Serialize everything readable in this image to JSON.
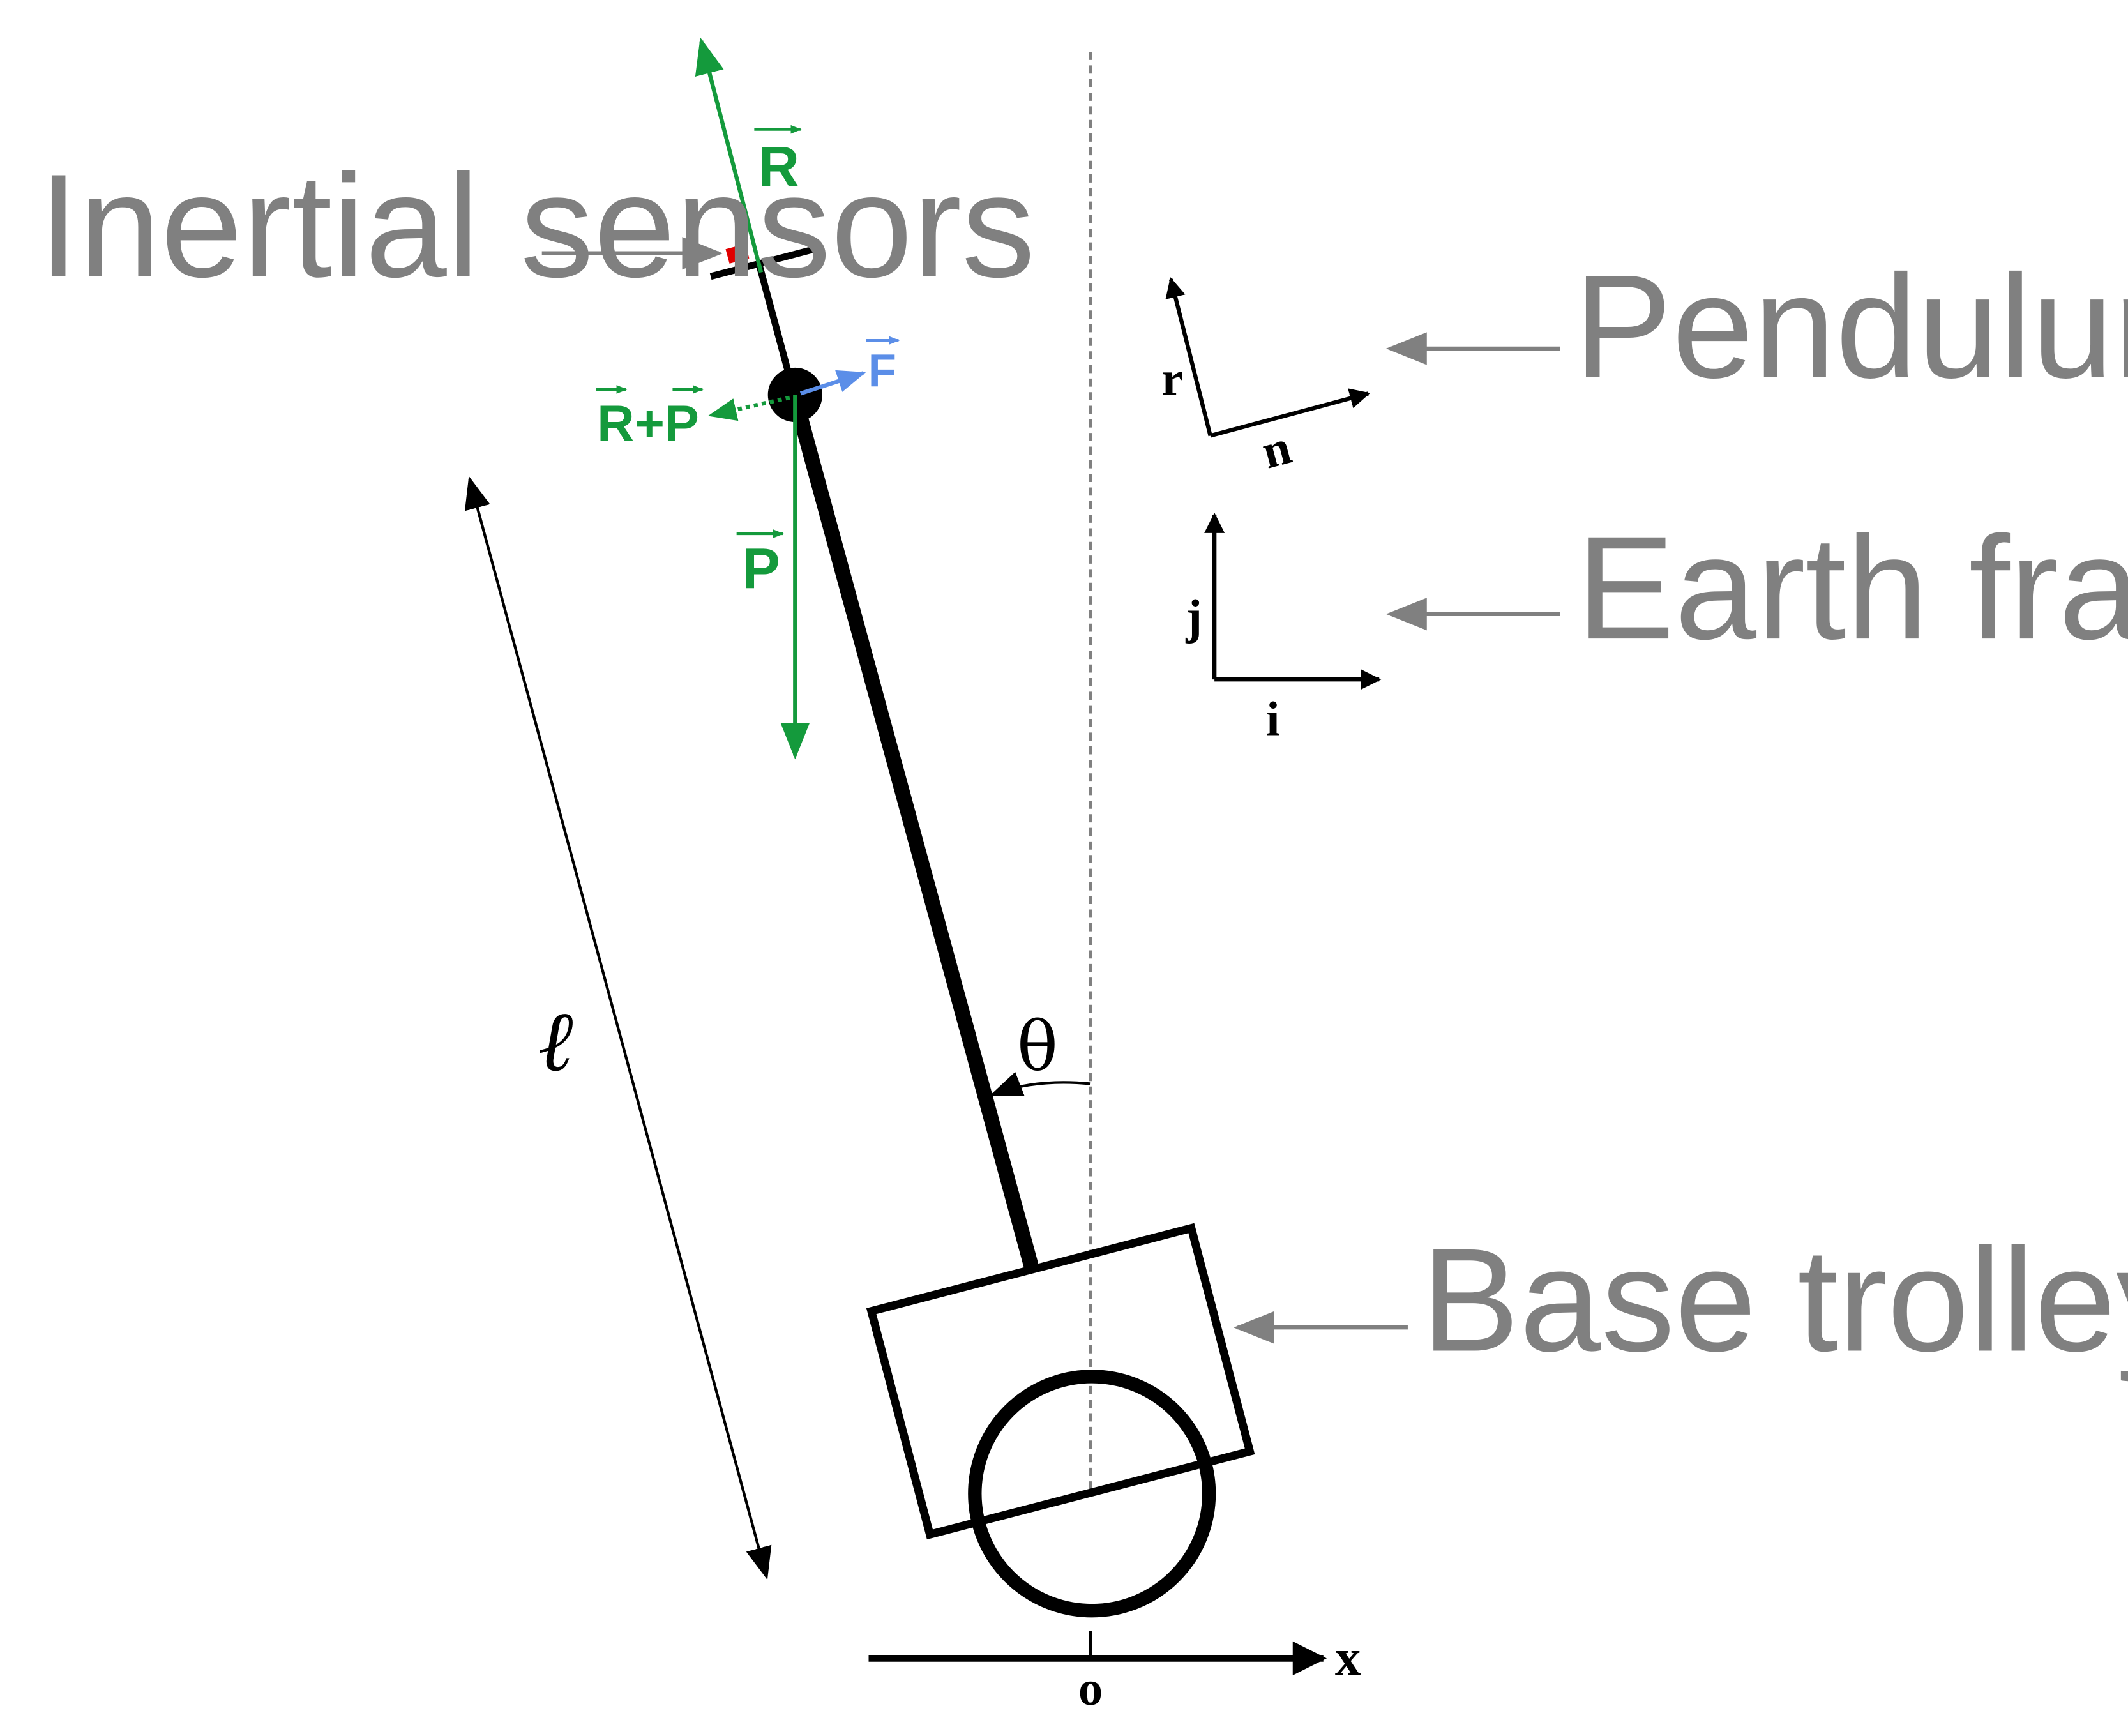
{
  "labels": {
    "inertial_sensors": "Inertial sensors",
    "pendulum_frame": "Pendulum frame",
    "earth_frame": "Earth frame",
    "base_trolley": "Base trolley",
    "theta": "θ",
    "length": "ℓ",
    "origin": "o",
    "x_axis": "x"
  },
  "vectors": {
    "R": "R",
    "P": "P",
    "F": "F",
    "R_plus_P": "R+P"
  },
  "pendulum_frame_axes": {
    "r": "r",
    "n": "n"
  },
  "earth_frame_axes": {
    "j": "j",
    "i": "i"
  },
  "colors": {
    "force_green": "#149a3c",
    "force_blue": "#5b8ee8",
    "callout_gray": "#808080",
    "sensor_red": "#e00000",
    "structure_black": "#000000"
  }
}
